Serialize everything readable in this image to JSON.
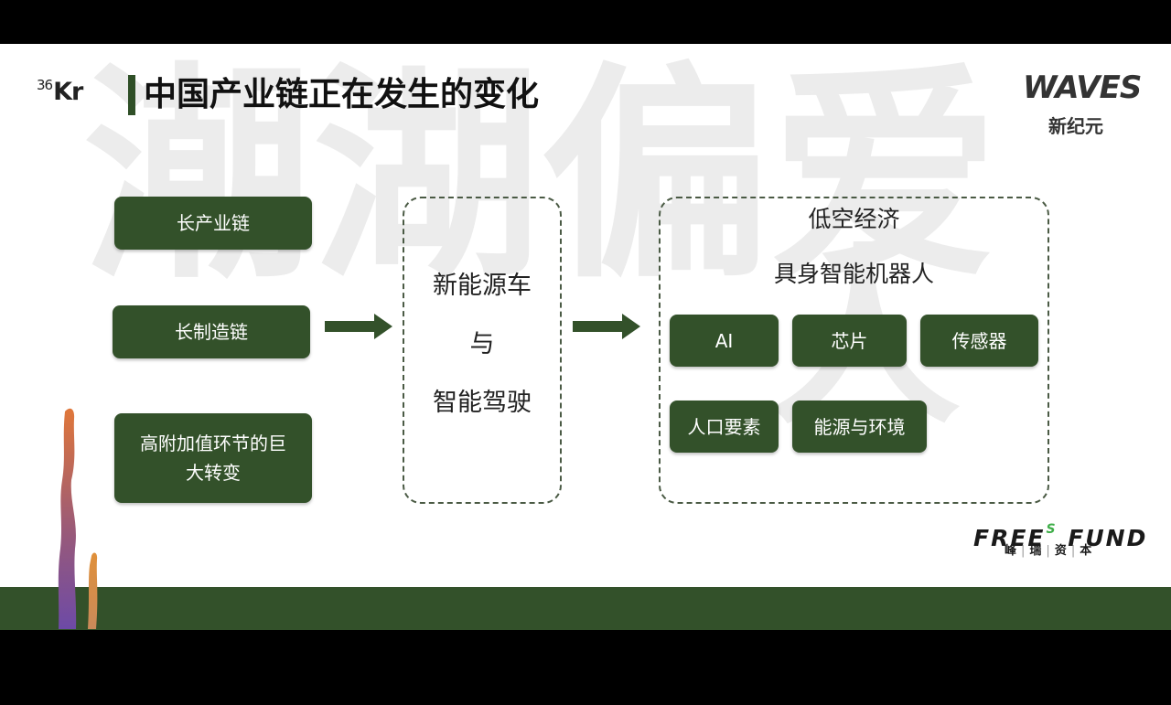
{
  "logos": {
    "kr_superscript": "36",
    "kr_text": "Kr",
    "waves": "WAVES",
    "waves_subtitle": "新纪元",
    "freesfund_left": "FREE",
    "freesfund_s": "S",
    "freesfund_right": "FUND",
    "freesfund_cn": [
      "峰",
      "瑞",
      "资",
      "本"
    ]
  },
  "page": {
    "title": "中国产业链正在发生的变化"
  },
  "left_column": {
    "items": [
      "长产业链",
      "长制造链",
      "高附加值环节的巨\n大转变"
    ]
  },
  "middle_box": {
    "line1": "新能源车",
    "line2": "与",
    "line3": "智能驾驶"
  },
  "right_box": {
    "heading1": "低空经济",
    "heading2": "具身智能机器人",
    "tags_row1": [
      "AI",
      "芯片",
      "传感器"
    ],
    "tags_row2": [
      "人口要素",
      "能源与环境"
    ]
  },
  "colors": {
    "accent_green": "#33512a",
    "deco_orange": "#e0773a",
    "deco_purple": "#7b4fa0",
    "fund_green": "#3fae49"
  }
}
